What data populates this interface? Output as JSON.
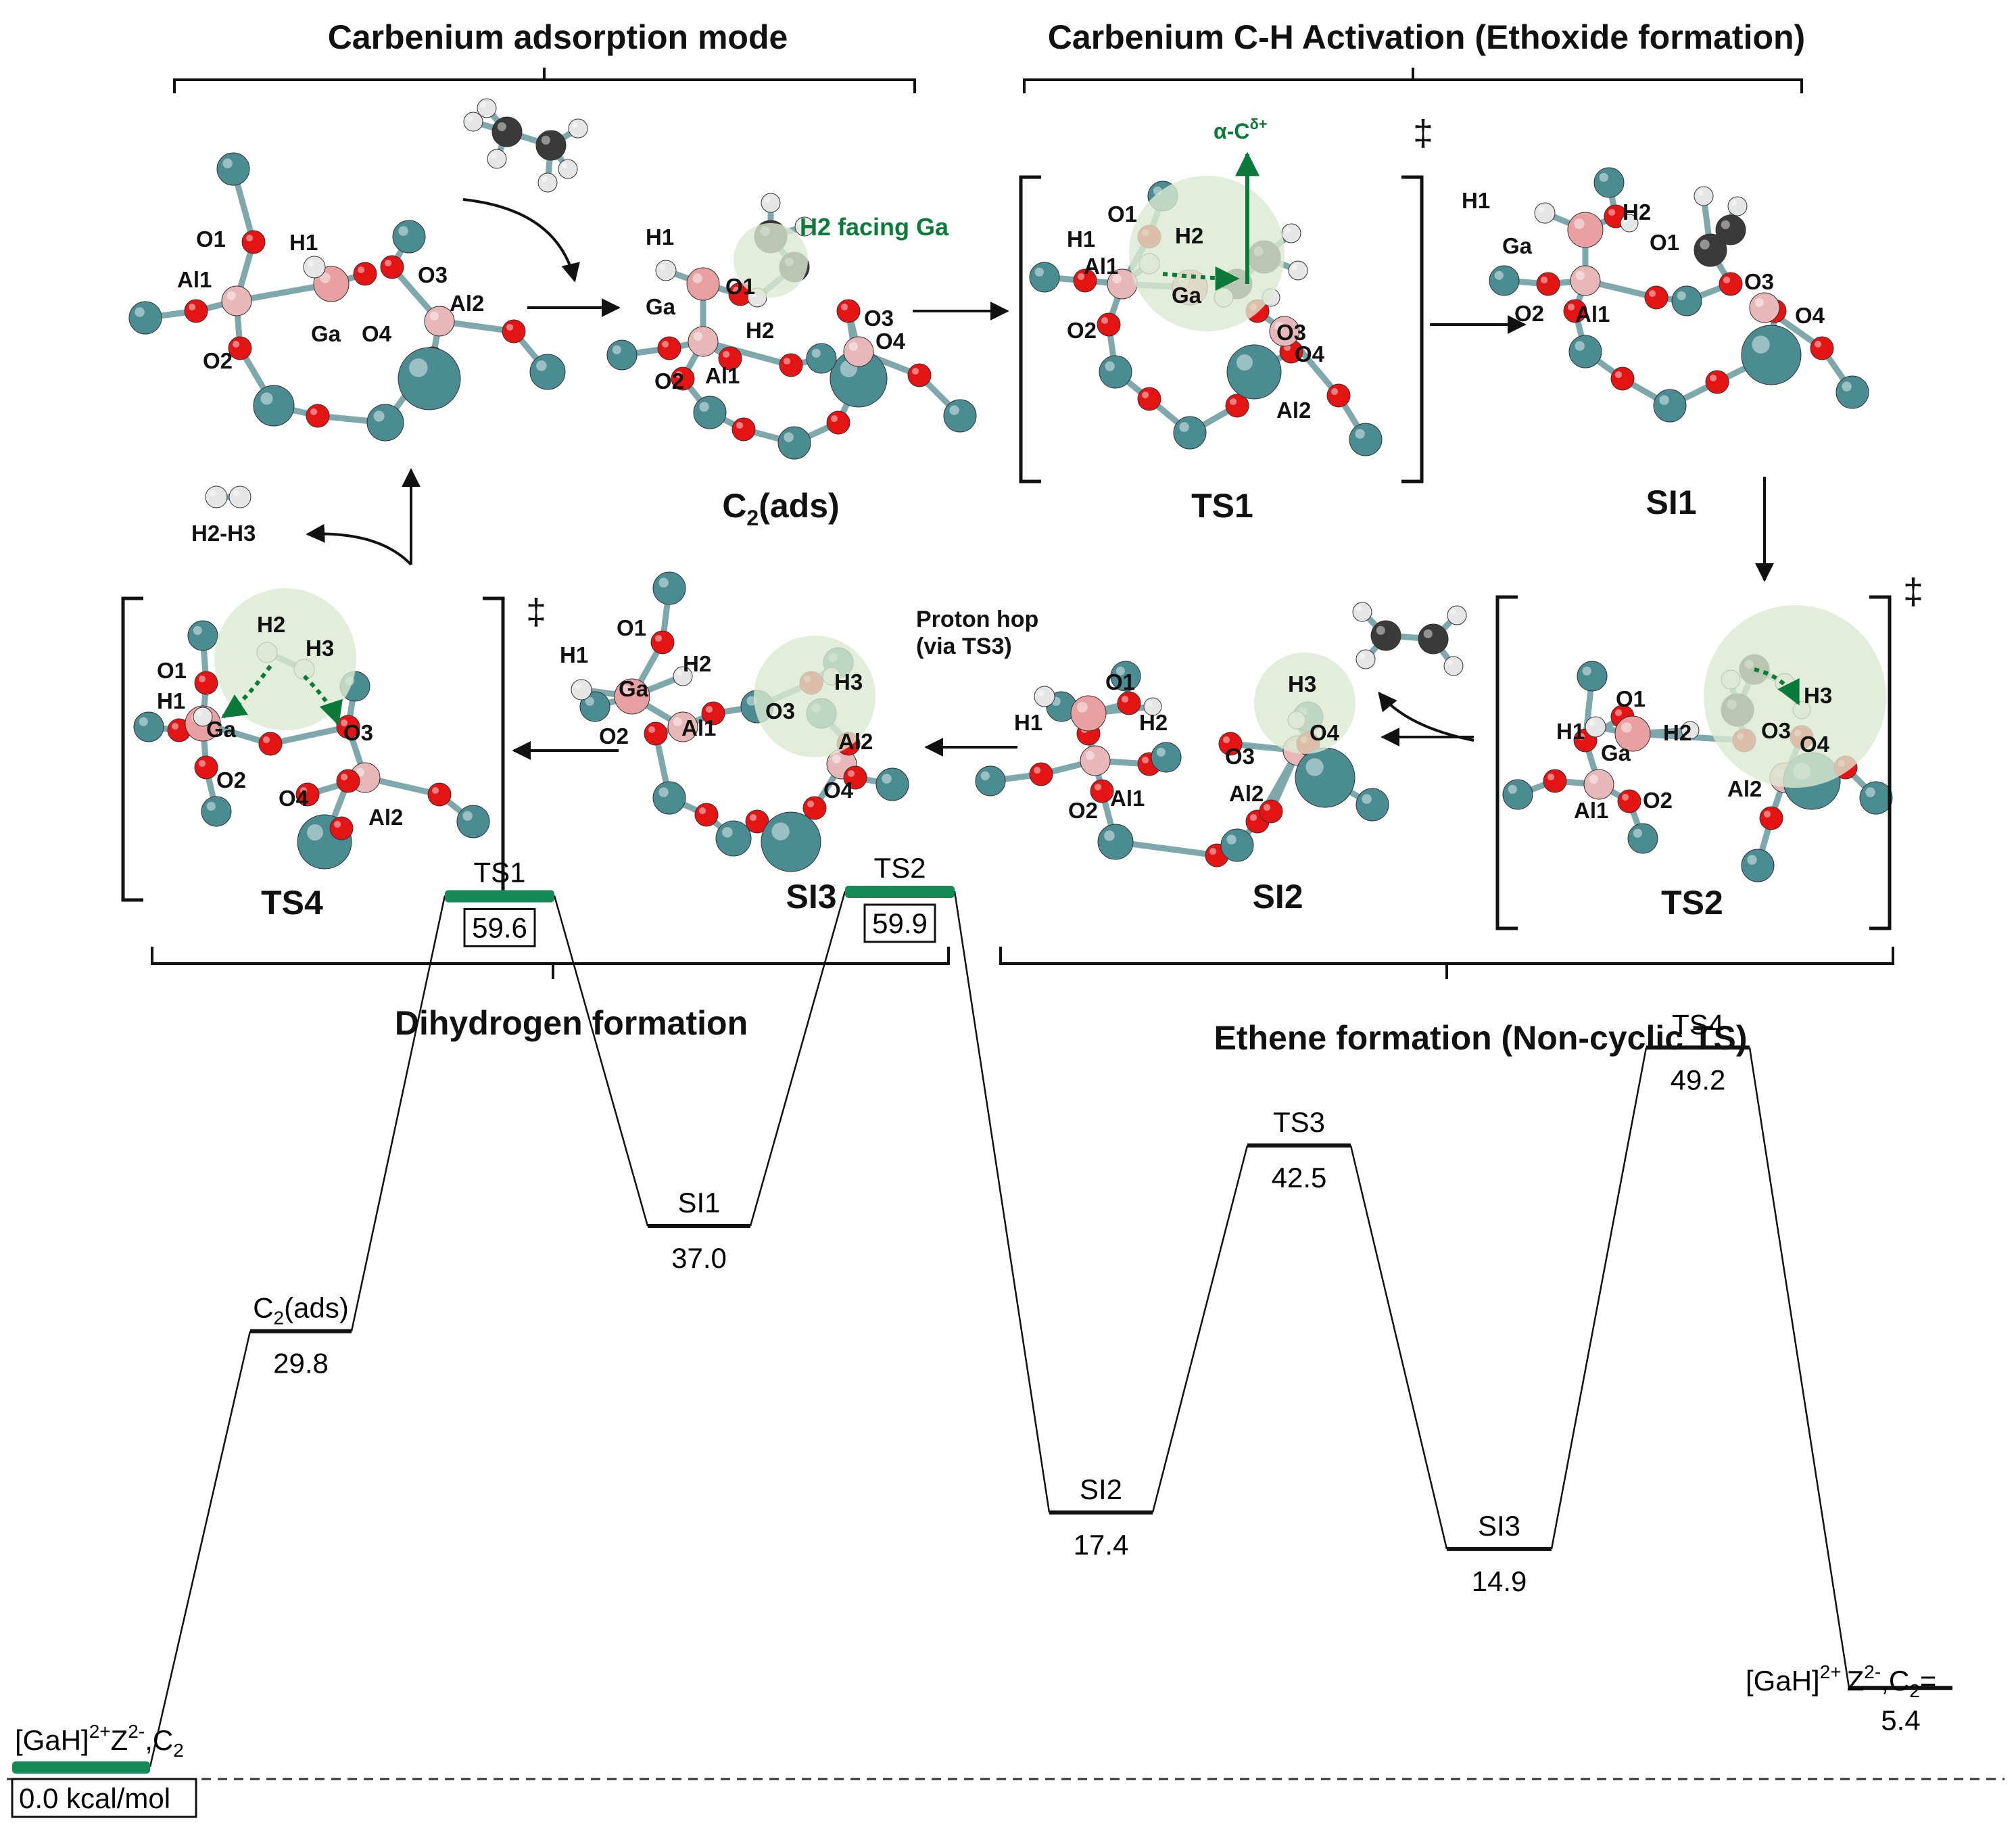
{
  "colors": {
    "oxygen": "#e41414",
    "silicon": "#4a8c92",
    "aluminum": "#e8b8b8",
    "gallium": "#e8a0a0",
    "hydrogen": "#e6e6e6",
    "carbon": "#3a3a3a",
    "highlight": "#dbe9d1",
    "accent_green": "#0a7a3a",
    "bar_green": "#138a57"
  },
  "headers": {
    "carbenium_adsorption": "Carbenium adsorption mode",
    "carbenium_ch_activation": "Carbenium C-H Activation (Ethoxide formation)",
    "dihydrogen_formation": "Dihydrogen formation",
    "ethene_formation": "Ethene formation (Non-cyclic TS)"
  },
  "annotations": {
    "h2_facing_ga": "H2 facing Ga",
    "alpha_c": "α-C",
    "alpha_c_sup": "δ+",
    "proton_hop_1": "Proton hop",
    "proton_hop_2": "(via TS3)",
    "h2_h3": "H2-H3",
    "double_dagger": "‡"
  },
  "structures": {
    "c2ads_main": "C",
    "c2ads_sub": "2",
    "c2ads_tail": "(ads)",
    "ts1": "TS1",
    "si1": "SI1",
    "ts2": "TS2",
    "si2": "SI2",
    "si3": "SI3",
    "ts4": "TS4"
  },
  "atom_labels": {
    "O1": "O1",
    "O2": "O2",
    "O3": "O3",
    "O4": "O4",
    "Al1": "Al1",
    "Al2": "Al2",
    "Ga": "Ga",
    "H1": "H1",
    "H2": "H2",
    "H3": "H3"
  },
  "energy_diagram": {
    "unit": "kcal/mol",
    "start_label_1": "[GaH]",
    "start_label_sup1": "2+",
    "start_label_2": "Z",
    "start_label_sup2": "2-",
    "start_label_3": ",C",
    "start_label_sub": "2",
    "start_value": "0.0 kcal/mol",
    "end_label_1": "[GaH]",
    "end_label_sup1": "2+",
    "end_label_2": "Z",
    "end_label_sup2": "2-",
    "end_label_3": ",C",
    "end_label_sub": "2",
    "end_label_4": "=",
    "levels": [
      {
        "key": "start",
        "label": "",
        "value": 0.0,
        "text": "",
        "boxed": false,
        "highlight": true
      },
      {
        "key": "c2ads",
        "label": "C2(ads)",
        "value": 29.8,
        "text": "29.8",
        "boxed": false,
        "highlight": false
      },
      {
        "key": "ts1",
        "label": "TS1",
        "value": 59.6,
        "text": "59.6",
        "boxed": true,
        "highlight": true
      },
      {
        "key": "si1",
        "label": "SI1",
        "value": 37.0,
        "text": "37.0",
        "boxed": false,
        "highlight": false
      },
      {
        "key": "ts2",
        "label": "TS2",
        "value": 59.9,
        "text": "59.9",
        "boxed": true,
        "highlight": true
      },
      {
        "key": "si2",
        "label": "SI2",
        "value": 17.4,
        "text": "17.4",
        "boxed": false,
        "highlight": false
      },
      {
        "key": "ts3",
        "label": "TS3",
        "value": 42.5,
        "text": "42.5",
        "boxed": false,
        "highlight": false
      },
      {
        "key": "si3",
        "label": "SI3",
        "value": 14.9,
        "text": "14.9",
        "boxed": false,
        "highlight": false
      },
      {
        "key": "ts4",
        "label": "TS4",
        "value": 49.2,
        "text": "49.2",
        "boxed": false,
        "highlight": false
      },
      {
        "key": "end",
        "label": "",
        "value": 5.4,
        "text": "5.4",
        "boxed": false,
        "highlight": false
      }
    ]
  }
}
